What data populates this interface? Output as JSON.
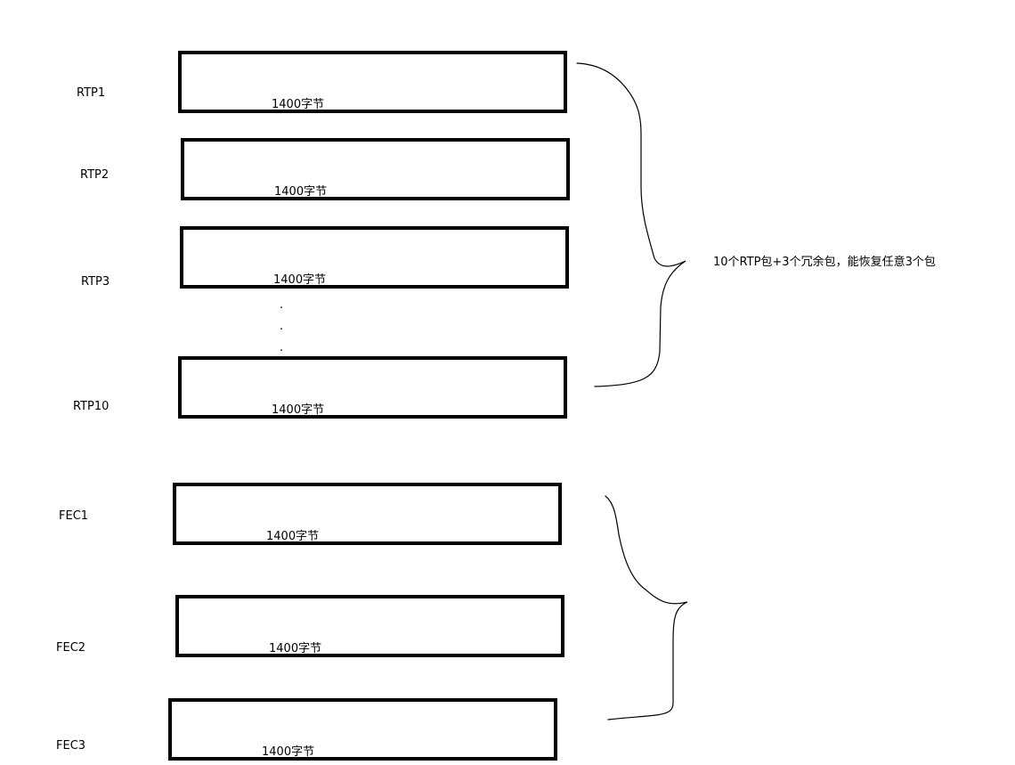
{
  "packets": [
    {
      "label": "RTP1",
      "content": "1400字节"
    },
    {
      "label": "RTP2",
      "content": "1400字节"
    },
    {
      "label": "RTP3",
      "content": "1400字节"
    },
    {
      "label": "RTP10",
      "content": "1400字节"
    },
    {
      "label": "FEC1",
      "content": "1400字节"
    },
    {
      "label": "FEC2",
      "content": "1400字节"
    },
    {
      "label": "FEC3",
      "content": "1400字节"
    }
  ],
  "ellipsis": [
    ".",
    ".",
    "."
  ],
  "annotation": "10个RTP包+3个冗余包，能恢复任意3个包"
}
